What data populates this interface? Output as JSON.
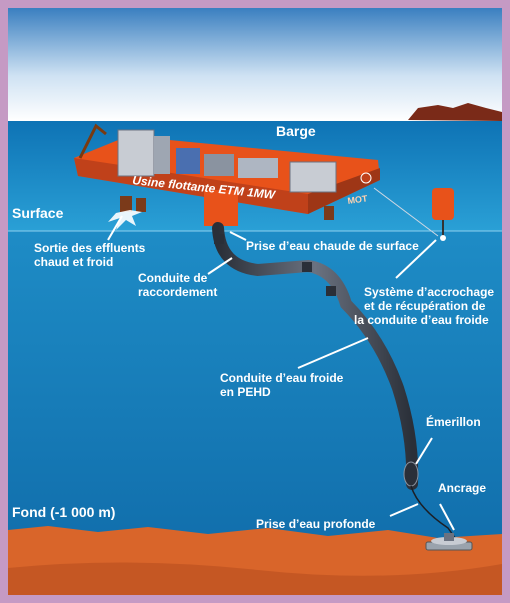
{
  "labels": {
    "barge": "Barge",
    "surface": "Surface",
    "usine": "Usine flottante ETM 1MW",
    "logo": "MOT",
    "sortie_1": "Sortie des effluents",
    "sortie_2": "chaud et froid",
    "prise_chaude": "Prise d’eau chaude de surface",
    "conduite_racc_1": "Conduite de",
    "conduite_racc_2": "raccordement",
    "systeme_1": "Système d’accrochage",
    "systeme_2": "et de récupération de",
    "systeme_3": "la conduite d’eau froide",
    "conduite_froide_1": "Conduite d’eau froide",
    "conduite_froide_2": "en PEHD",
    "emerillon": "Émerillon",
    "ancrage": "Ancrage",
    "fond": "Fond (-1 000 m)",
    "prise_profonde": "Prise d’eau profonde"
  },
  "colors": {
    "border": "#c59ac4",
    "sky_top": "#3a7fc0",
    "sky_bottom": "#ffffff",
    "sea_surface": "#1f8fc4",
    "sea_deep": "#0f6fae",
    "barge": "#e8521a",
    "seabed": "#d9652a",
    "pipe": "#3a3f4a"
  }
}
